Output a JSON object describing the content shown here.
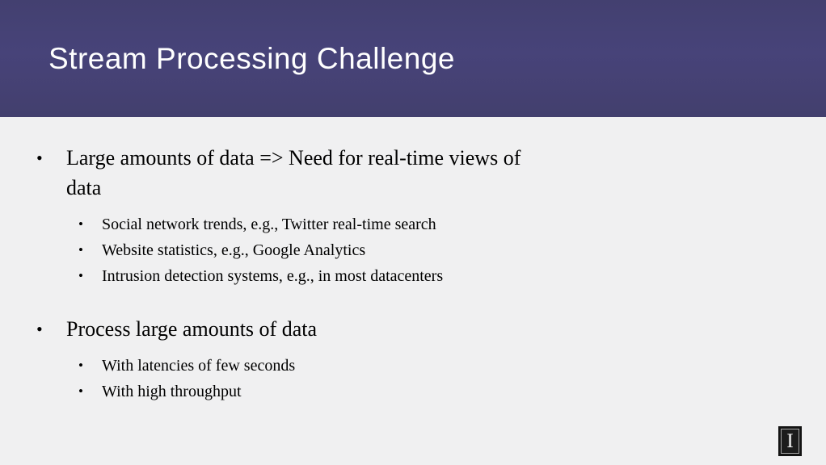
{
  "slide": {
    "title": "Stream Processing Challenge",
    "glyphs": {
      "bullet": "•"
    },
    "bullets": [
      {
        "text": "Large amounts of data => Need for real-time views of\ndata",
        "sub": [
          "Social network trends, e.g., Twitter real-time search",
          "Website statistics, e.g., Google Analytics",
          "Intrusion detection systems, e.g., in most datacenters"
        ]
      },
      {
        "text": "Process large amounts of data",
        "sub": [
          "With latencies of few seconds",
          "With high throughput"
        ]
      }
    ],
    "logo": {
      "letter": "I"
    },
    "colors": {
      "header_bg": "#454173",
      "body_bg": "#f0f0f1",
      "title_color": "#ffffff",
      "text_color": "#000000",
      "logo_bg": "#1c1c1c",
      "logo_letter": "#ececec"
    }
  }
}
